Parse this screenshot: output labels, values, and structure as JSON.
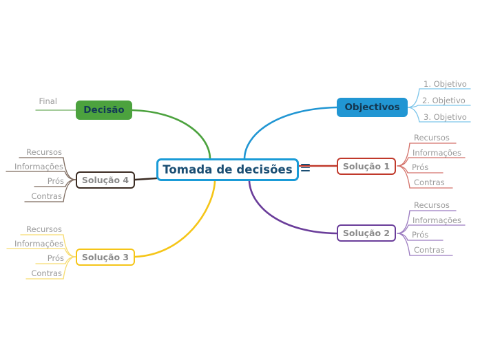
{
  "mindmap": {
    "root": {
      "label": "Tomada de decisões",
      "border_color": "#1a9bd7",
      "text_color": "#1a4e73"
    },
    "collapse_icon": "hamburger-icon",
    "branches": [
      {
        "id": "objectivos",
        "label": "Objectivos",
        "color": "#2196d3",
        "fill": "#2196d3",
        "text_color": "#14364f",
        "style": "filled",
        "side": "right",
        "children": [
          "1. Objetivo",
          "2. Objetivo",
          "3. Objetivo"
        ]
      },
      {
        "id": "solucao-1",
        "label": "Solução 1",
        "color": "#c0392b",
        "fill": "#ffffff",
        "text_color": "#8a8a8a",
        "style": "outlined",
        "side": "right",
        "children": [
          "Recursos",
          "Informações",
          "Prós",
          "Contras"
        ]
      },
      {
        "id": "solucao-2",
        "label": "Solução 2",
        "color": "#6a3d9a",
        "fill": "#ffffff",
        "text_color": "#8a8a8a",
        "style": "outlined",
        "side": "right",
        "children": [
          "Recursos",
          "Informações",
          "Prós",
          "Contras"
        ]
      },
      {
        "id": "decisao",
        "label": "Decisão",
        "color": "#4ca23e",
        "fill": "#4ca23e",
        "text_color": "#133b55",
        "style": "filled",
        "side": "left",
        "children": [
          "Final"
        ]
      },
      {
        "id": "solucao-4",
        "label": "Solução 4",
        "color": "#3a2b22",
        "fill": "#ffffff",
        "text_color": "#8a8a8a",
        "style": "outlined",
        "side": "left",
        "children": [
          "Recursos",
          "Informações",
          "Prós",
          "Contras"
        ]
      },
      {
        "id": "solucao-3",
        "label": "Solução 3",
        "color": "#f5c518",
        "fill": "#ffffff",
        "text_color": "#8a8a8a",
        "style": "outlined",
        "side": "left",
        "children": [
          "Recursos",
          "Informações",
          "Prós",
          "Contras"
        ]
      }
    ]
  }
}
